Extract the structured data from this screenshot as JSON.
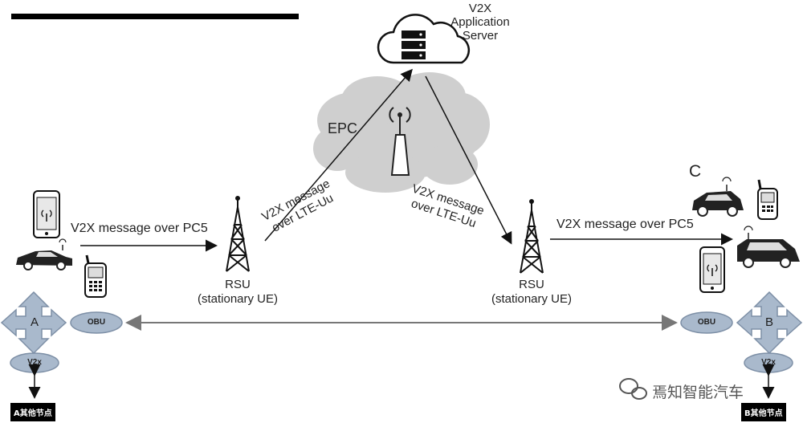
{
  "server": {
    "line1": "V2X",
    "line2": "Application",
    "line3": "Server"
  },
  "epc_label": "EPC",
  "left_msg": "V2X message over PC5",
  "right_msg": "V2X message over PC5",
  "uplink": {
    "line1": "V2X message",
    "line2": "over LTE-Uu"
  },
  "downlink": {
    "line1": "V2X message",
    "line2": "over LTE-Uu"
  },
  "rsu_left": {
    "line1": "RSU",
    "line2": "(stationary UE)"
  },
  "rsu_right": {
    "line1": "RSU",
    "line2": "(stationary UE)"
  },
  "vehicle_c": "C",
  "node_a": "A",
  "node_b": "B",
  "obu_left": "OBU",
  "obu_right": "OBU",
  "v2x_left": "V2x",
  "v2x_right": "V2x",
  "box_left": "A其他节点",
  "box_right": "B其他节点",
  "watermark": "焉知智能汽车",
  "colors": {
    "shape_fill": "#a9b9cc",
    "shape_stroke": "#7d8fa6",
    "cloud": "#cfcfcf"
  }
}
